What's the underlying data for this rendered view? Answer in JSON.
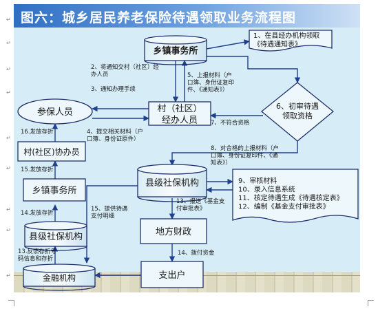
{
  "title": "图六：城乡居民养老保险待遇领取业务流程图",
  "nodes": {
    "town_top": "乡镇事务所",
    "village": "村（社区）\n经办人员",
    "insured": "参保人员",
    "review": "6、初审待遇\n领取资格",
    "note1": "1、在县经办机构领取\n《待遇通知表》",
    "village_helper": "村(社区)协办员",
    "town_left": "乡镇事务所",
    "county_left": "县级社保机构",
    "bank": "金融机构",
    "county_center": "县级社保机构",
    "finance": "地方财政",
    "expense": "支出户",
    "steps_box": "9、审核材料\n10、录入信息系统\n11、核定待遇生成《待遇核定表》\n12、编制《基金支付审批表》"
  },
  "labels": {
    "l2": "2、将通知交村（社区）经\n办人员",
    "l3": "3、通知办理手续",
    "l4": "4、提交相关材料（户\n口簿、身份证原件）",
    "l5": "5、上报材料（户\n口簿、身份证复印\n件、《通知表》）",
    "l7": "7、不符合资格",
    "l8": "8、对合格的上报材料（户\n口簿、身份证复印件、《通\n知表》）",
    "l13": "13、报送《基金支\n付审批表》",
    "l14a": "14、拨付资金",
    "l15a": "15、提供待遇\n支付明细",
    "l16": "16.发放存折",
    "l15b": "15.发放存折",
    "l14b": "14.发放存折",
    "l13b": "13.反馈存折号\n码信息和存折"
  },
  "colors": {
    "title_blue": "#2f6fc4",
    "box_fill": "#eef7fb",
    "line": "#1f2f6b",
    "arrow": "#1f3f8f"
  }
}
